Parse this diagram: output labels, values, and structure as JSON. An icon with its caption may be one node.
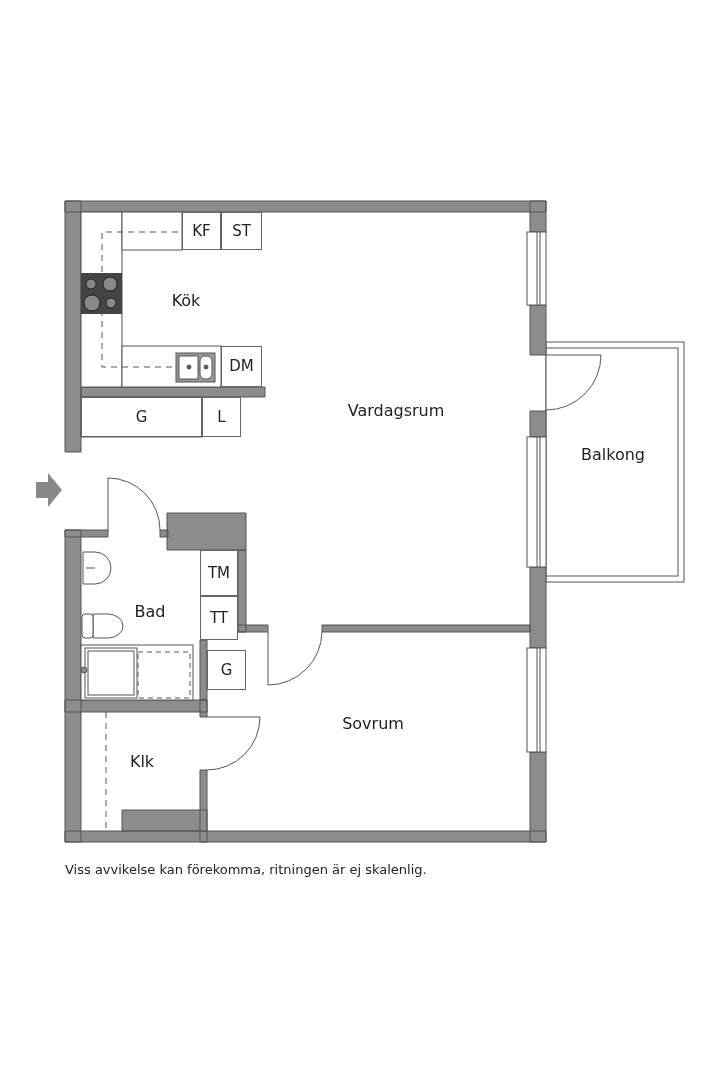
{
  "diagram": {
    "caption": "Viss avvikelse kan förekomma, ritningen är ej skalenlig.",
    "nodes": [
      {
        "text": [
          "KF"
        ]
      },
      {
        "text": [
          "ST"
        ]
      },
      {
        "text": [
          "DM"
        ]
      },
      {
        "text": [
          "G"
        ]
      },
      {
        "text": [
          "L"
        ]
      },
      {
        "text": [
          "TM"
        ]
      },
      {
        "text": [
          "TT"
        ]
      },
      {
        "text": [
          "G"
        ]
      }
    ],
    "labels": [
      "Kök",
      "Vardagsrum",
      "Balkong",
      "Bad",
      "Sovrum",
      "Klk"
    ]
  }
}
